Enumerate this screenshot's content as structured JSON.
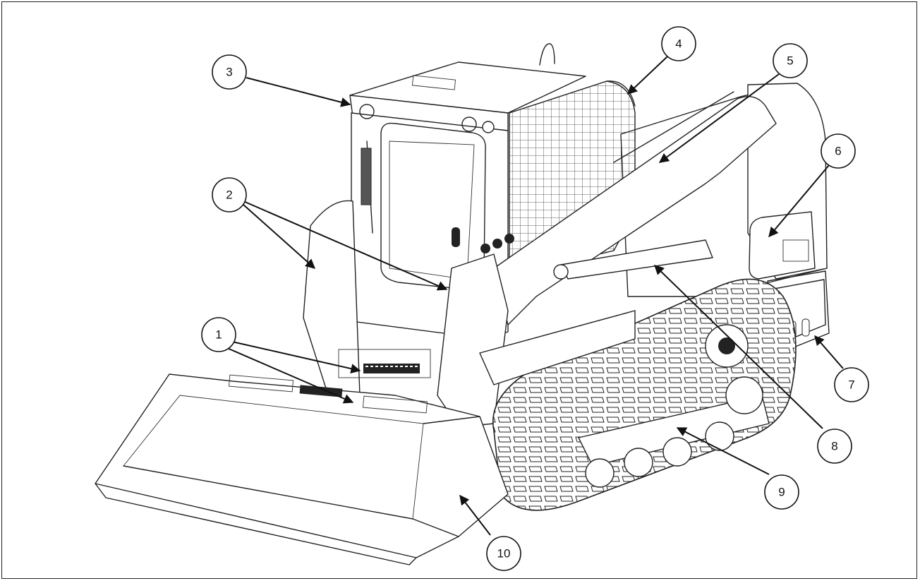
{
  "diagram": {
    "callouts": [
      {
        "id": "callout-1",
        "label": "1"
      },
      {
        "id": "callout-2",
        "label": "2"
      },
      {
        "id": "callout-3",
        "label": "3"
      },
      {
        "id": "callout-4",
        "label": "4"
      },
      {
        "id": "callout-5",
        "label": "5"
      },
      {
        "id": "callout-6",
        "label": "6"
      },
      {
        "id": "callout-7",
        "label": "7"
      },
      {
        "id": "callout-8",
        "label": "8"
      },
      {
        "id": "callout-9",
        "label": "9"
      },
      {
        "id": "callout-10",
        "label": "10"
      }
    ],
    "line_color": "#222222",
    "background": "#ffffff"
  }
}
